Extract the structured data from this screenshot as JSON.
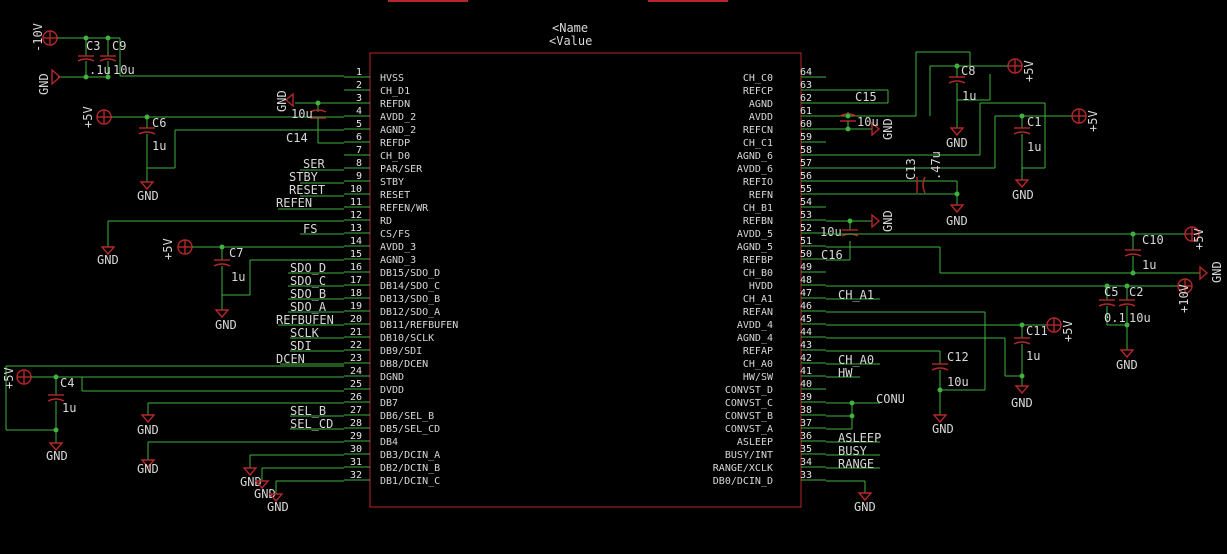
{
  "part": {
    "name_placeholder": "<Name",
    "value_placeholder": "<Value"
  },
  "left_pins": [
    {
      "num": "1",
      "name": "HVSS"
    },
    {
      "num": "2",
      "name": "CH_D1"
    },
    {
      "num": "3",
      "name": "REFDN"
    },
    {
      "num": "4",
      "name": "AVDD_2"
    },
    {
      "num": "5",
      "name": "AGND_2"
    },
    {
      "num": "6",
      "name": "REFDP"
    },
    {
      "num": "7",
      "name": "CH_D0"
    },
    {
      "num": "8",
      "name": "PAR/SER"
    },
    {
      "num": "9",
      "name": "STBY"
    },
    {
      "num": "10",
      "name": "RESET"
    },
    {
      "num": "11",
      "name": "REFEN/WR"
    },
    {
      "num": "12",
      "name": "RD"
    },
    {
      "num": "13",
      "name": "CS/FS"
    },
    {
      "num": "14",
      "name": "AVDD_3"
    },
    {
      "num": "15",
      "name": "AGND_3"
    },
    {
      "num": "16",
      "name": "DB15/SDO_D"
    },
    {
      "num": "17",
      "name": "DB14/SDO_C"
    },
    {
      "num": "18",
      "name": "DB13/SDO_B"
    },
    {
      "num": "19",
      "name": "DB12/SDO_A"
    },
    {
      "num": "20",
      "name": "DB11/REFBUFEN"
    },
    {
      "num": "21",
      "name": "DB10/SCLK"
    },
    {
      "num": "22",
      "name": "DB9/SDI"
    },
    {
      "num": "23",
      "name": "DB8/DCEN"
    },
    {
      "num": "24",
      "name": "DGND"
    },
    {
      "num": "25",
      "name": "DVDD"
    },
    {
      "num": "26",
      "name": "DB7"
    },
    {
      "num": "27",
      "name": "DB6/SEL_B"
    },
    {
      "num": "28",
      "name": "DB5/SEL_CD"
    },
    {
      "num": "29",
      "name": "DB4"
    },
    {
      "num": "30",
      "name": "DB3/DCIN_A"
    },
    {
      "num": "31",
      "name": "DB2/DCIN_B"
    },
    {
      "num": "32",
      "name": "DB1/DCIN_C"
    }
  ],
  "right_pins": [
    {
      "num": "64",
      "name": "CH_C0"
    },
    {
      "num": "63",
      "name": "REFCP"
    },
    {
      "num": "62",
      "name": "AGND"
    },
    {
      "num": "61",
      "name": "AVDD"
    },
    {
      "num": "60",
      "name": "REFCN"
    },
    {
      "num": "59",
      "name": "CH_C1"
    },
    {
      "num": "58",
      "name": "AGND_6"
    },
    {
      "num": "57",
      "name": "AVDD_6"
    },
    {
      "num": "56",
      "name": "REFIO"
    },
    {
      "num": "55",
      "name": "REFN"
    },
    {
      "num": "54",
      "name": "CH_B1"
    },
    {
      "num": "53",
      "name": "REFBN"
    },
    {
      "num": "52",
      "name": "AVDD_5"
    },
    {
      "num": "51",
      "name": "AGND_5"
    },
    {
      "num": "50",
      "name": "REFBP"
    },
    {
      "num": "49",
      "name": "CH_B0"
    },
    {
      "num": "48",
      "name": "HVDD"
    },
    {
      "num": "47",
      "name": "CH_A1"
    },
    {
      "num": "46",
      "name": "REFAN"
    },
    {
      "num": "45",
      "name": "AVDD_4"
    },
    {
      "num": "44",
      "name": "AGND_4"
    },
    {
      "num": "43",
      "name": "REFAP"
    },
    {
      "num": "42",
      "name": "CH_A0"
    },
    {
      "num": "41",
      "name": "HW/SW"
    },
    {
      "num": "40",
      "name": "CONVST_D"
    },
    {
      "num": "39",
      "name": "CONVST_C"
    },
    {
      "num": "38",
      "name": "CONVST_B"
    },
    {
      "num": "37",
      "name": "CONVST_A"
    },
    {
      "num": "36",
      "name": "ASLEEP"
    },
    {
      "num": "35",
      "name": "BUSY/INT"
    },
    {
      "num": "34",
      "name": "RANGE/XCLK"
    },
    {
      "num": "33",
      "name": "DB0/DCIN_D"
    }
  ],
  "left_nets": {
    "ser": "SER",
    "stby": "STBY",
    "reset": "RESET",
    "refen": "REFEN",
    "fs": "FS",
    "sdo_d": "SDO_D",
    "sdo_c": "SDO_C",
    "sdo_b": "SDO_B",
    "sdo_a": "SDO_A",
    "refbufen": "REFBUFEN",
    "sclk": "SCLK",
    "sdi": "SDI",
    "dcen": "DCEN",
    "sel_b": "SEL_B",
    "sel_cd": "SEL_CD"
  },
  "right_nets": {
    "ch_a1": "CH_A1",
    "ch_a0": "CH_A0",
    "hw": "HW",
    "conu": "CONU",
    "asleep": "ASLEEP",
    "busy": "BUSY",
    "range": "RANGE"
  },
  "capacitors": {
    "c3": {
      "name": "C3",
      "value": ".1u"
    },
    "c9": {
      "name": "C9",
      "value": "10u"
    },
    "c6": {
      "name": "C6",
      "value": "1u"
    },
    "c14": {
      "name": "C14",
      "value": "10u"
    },
    "c7": {
      "name": "C7",
      "value": "1u"
    },
    "c4": {
      "name": "C4",
      "value": "1u"
    },
    "c8": {
      "name": "C8",
      "value": "1u"
    },
    "c15": {
      "name": "C15",
      "value": "10u"
    },
    "c1": {
      "name": "C1",
      "value": "1u"
    },
    "c13": {
      "name": "C13",
      "value": ".47u"
    },
    "c16": {
      "name": "C16",
      "value": "10u"
    },
    "c10": {
      "name": "C10",
      "value": "1u"
    },
    "c5": {
      "name": "C5",
      "value": "0.1"
    },
    "c2": {
      "name": "C2",
      "value": "10u"
    },
    "c11": {
      "name": "C11",
      "value": "1u"
    },
    "c12": {
      "name": "C12",
      "value": "10u"
    }
  },
  "supplies": {
    "gnd": "GND",
    "p5v": "+5V",
    "m10v": "-10V",
    "p10v": "+10V"
  },
  "colors": {
    "wire": "#3fb23f",
    "component": "#b5272a",
    "text": "#d8d8d8",
    "background": "#000000"
  }
}
